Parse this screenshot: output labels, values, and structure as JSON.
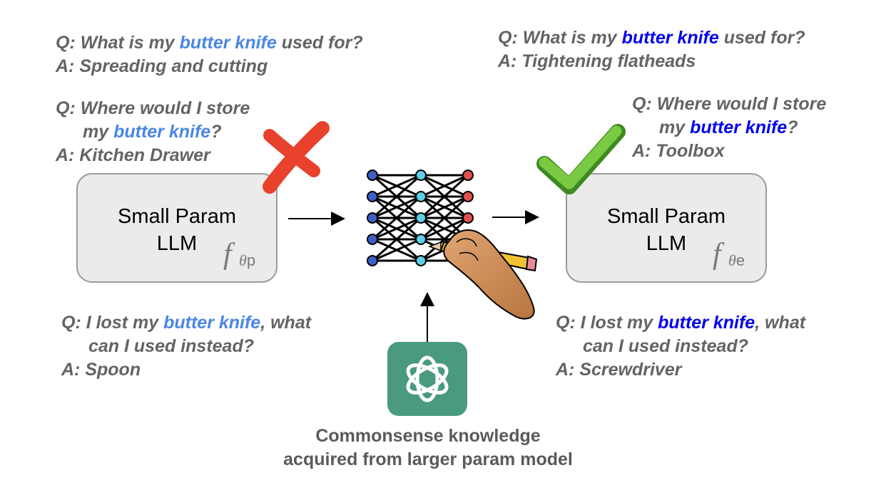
{
  "left_top_qa": {
    "q_prefix": "Q: What is my ",
    "q_highlight": "butter knife",
    "q_suffix": " used for?",
    "answer": "A: Spreading and cutting"
  },
  "left_mid_qa": {
    "q_line1": "Q: Where would I store",
    "q_line2_prefix": "my ",
    "q_highlight": "butter knife",
    "q_line2_suffix": "?",
    "answer": "A: Kitchen Drawer"
  },
  "left_bottom_qa": {
    "q_prefix": "Q: I lost my ",
    "q_highlight": "butter knife",
    "q_suffix": ", what",
    "q_line2": "can I used instead?",
    "answer": "A: Spoon"
  },
  "right_top_qa": {
    "q_prefix": "Q: What is my ",
    "q_highlight": "butter knife",
    "q_suffix": " used for?",
    "answer": "A: Tightening flatheads"
  },
  "right_mid_qa": {
    "q_line1": "Q: Where would I store",
    "q_line2_prefix": "my ",
    "q_highlight": "butter knife",
    "q_line2_suffix": "?",
    "answer": "A: Toolbox"
  },
  "right_bottom_qa": {
    "q_prefix": "Q: I lost my ",
    "q_highlight": "butter knife",
    "q_suffix": ", what",
    "q_line2": "can I used instead?",
    "answer": "A: Screwdriver"
  },
  "left_model": {
    "title_line1": "Small Param",
    "title_line2": "LLM",
    "symbol": "f",
    "symbol_sub_theta": "θ",
    "symbol_sub": "p"
  },
  "right_model": {
    "title_line1": "Small Param",
    "title_line2": "LLM",
    "symbol": "f",
    "symbol_sub_theta": "θ",
    "symbol_sub": "e"
  },
  "caption": {
    "line1": "Commonsense knowledge",
    "line2": "acquired from larger param model"
  },
  "colors": {
    "highlight_before": "#4a86e8",
    "highlight_after": "#0000ee",
    "cross": "#e8412c",
    "check": "#6cbf3a",
    "openai_logo_bg": "#4a9a80"
  }
}
